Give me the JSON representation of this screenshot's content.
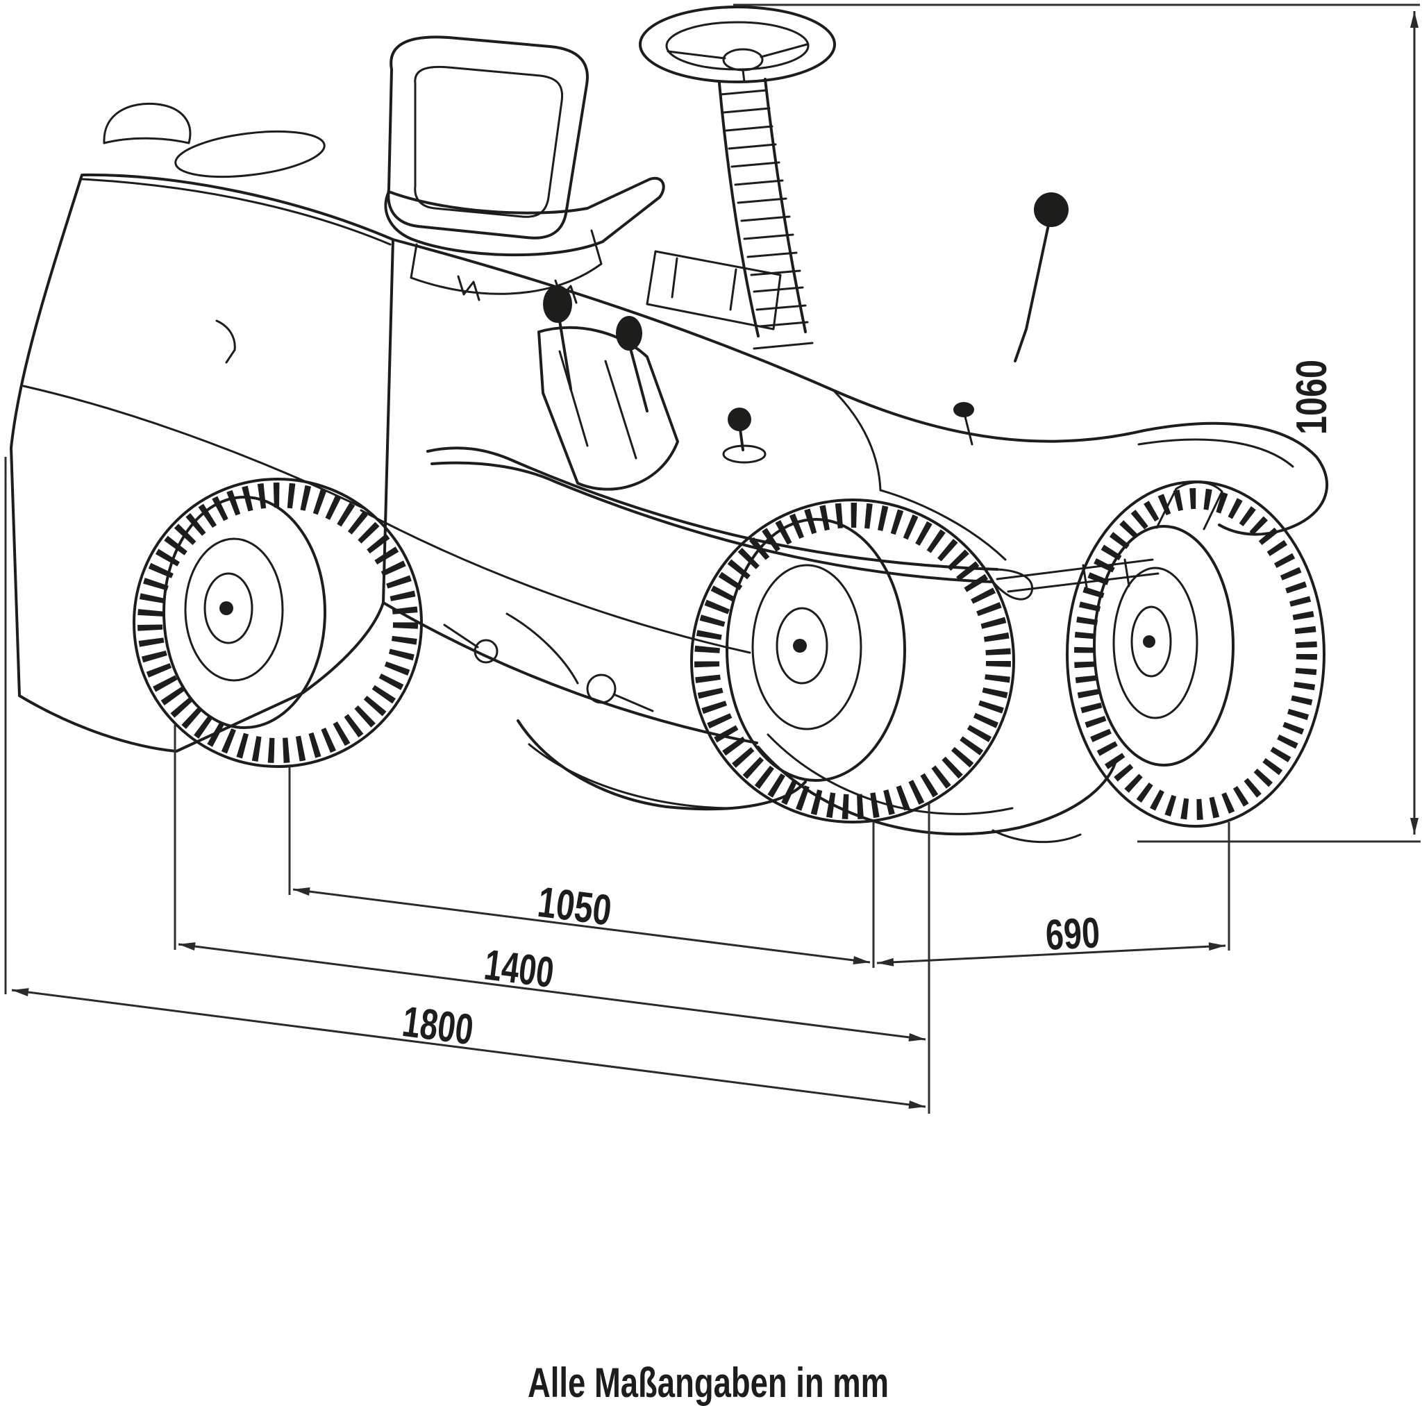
{
  "diagram": {
    "title_semantic": "ride-on-mower-dimension-drawing",
    "line_color": "#1d1d1b",
    "background": "#ffffff",
    "dimensions": {
      "wheelbase_mm": "1050",
      "front_track_mm": "690",
      "frame_length_mm": "1400",
      "total_length_mm": "1800",
      "total_height_mm": "1060"
    },
    "footer_note": "Alle Maßangaben in mm"
  }
}
